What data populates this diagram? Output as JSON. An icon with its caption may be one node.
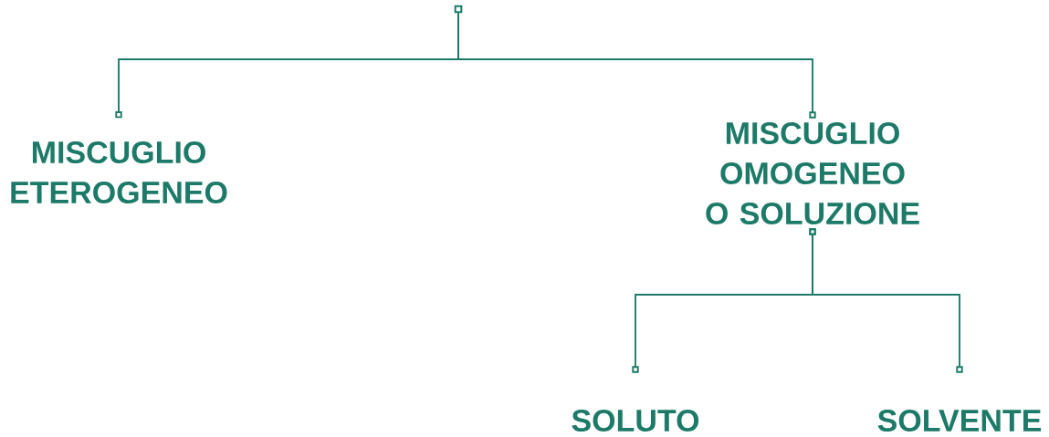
{
  "diagram": {
    "nodes": [
      {
        "text": [],
        "shape": "box"
      },
      {
        "text": [
          "MISCUGLIO ETEROGENEO"
        ]
      },
      {
        "text": [
          "MISCUGLIO OMOGENEO O SOLUZIONE"
        ]
      },
      {
        "text": [
          "SOLUTO"
        ]
      },
      {
        "text": [
          "SOLVENTE"
        ]
      }
    ],
    "edges": [
      {
        "from": 0,
        "to": 1,
        "arrow": "other"
      },
      {
        "from": 0,
        "to": 2,
        "arrow": "other"
      },
      {
        "from": 2,
        "to": 3,
        "arrow": "other"
      },
      {
        "from": 2,
        "to": 4,
        "arrow": "other"
      }
    ]
  }
}
